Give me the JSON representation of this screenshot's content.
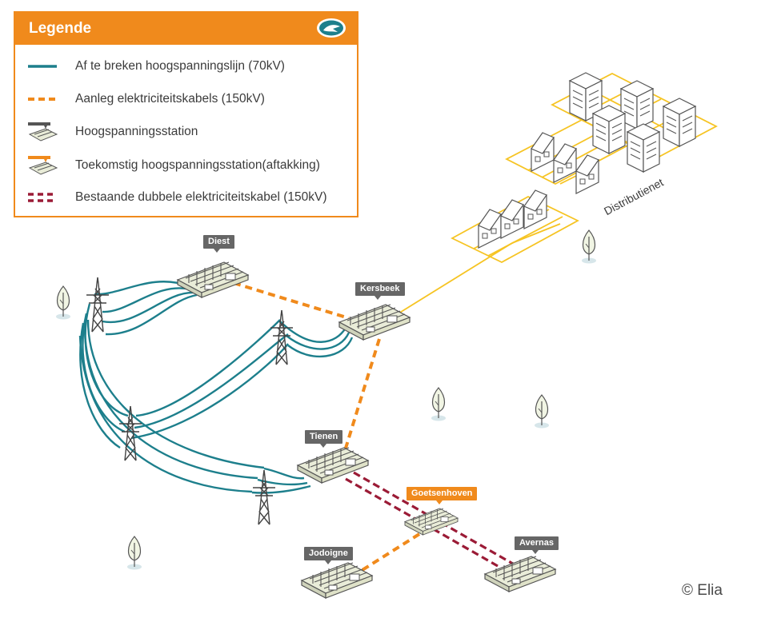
{
  "legend": {
    "title": "Legende",
    "items": [
      {
        "symbol": "teal-solid-line",
        "label": "Af te breken hoogspanningslijn (70kV)"
      },
      {
        "symbol": "orange-dashed-line",
        "label": "Aanleg elektriciteitskabels (150kV)"
      },
      {
        "symbol": "substation-gray-icon",
        "label": "Hoogspanningsstation"
      },
      {
        "symbol": "substation-orange-icon",
        "label": "Toekomstig hoogspanningsstation(aftakking)"
      },
      {
        "symbol": "maroon-double-dashed-line",
        "label": "Bestaande dubbele elektriciteitskabel (150kV)"
      }
    ]
  },
  "stations": {
    "diest": "Diest",
    "kersbeek": "Kersbeek",
    "tienen": "Tienen",
    "goetsenhoven": "Goetsenhoven",
    "jodoigne": "Jodoigne",
    "avernas": "Avernas"
  },
  "distribution_label": "Distributienet",
  "copyright": "© Elia",
  "colors": {
    "teal": "#1d7f8c",
    "orange": "#f08a1c",
    "maroon": "#9b1b36",
    "yellow": "#f6c423",
    "label_gray": "#666666"
  }
}
